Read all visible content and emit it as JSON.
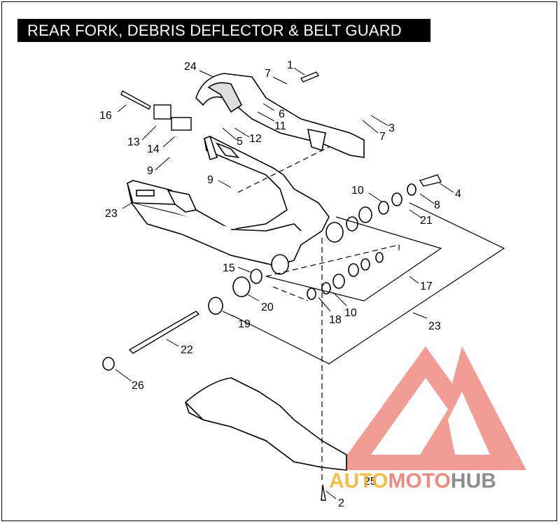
{
  "title": "REAR FORK, DEBRIS DEFLECTOR  & BELT GUARD",
  "callouts": [
    "24",
    "1",
    "7",
    "6",
    "11",
    "3",
    "7",
    "16",
    "13",
    "14",
    "5",
    "12",
    "9",
    "9",
    "10",
    "4",
    "8",
    "21",
    "23",
    "15",
    "17",
    "20",
    "10",
    "18",
    "23",
    "19",
    "22",
    "26",
    "25",
    "2"
  ],
  "watermark": {
    "part1": "AUTO",
    "part2": "MOTO",
    "part3": "HUB",
    "colors": {
      "orange": "#f3b12a",
      "red": "#e8776f",
      "gray": "#7a7a7a"
    }
  }
}
